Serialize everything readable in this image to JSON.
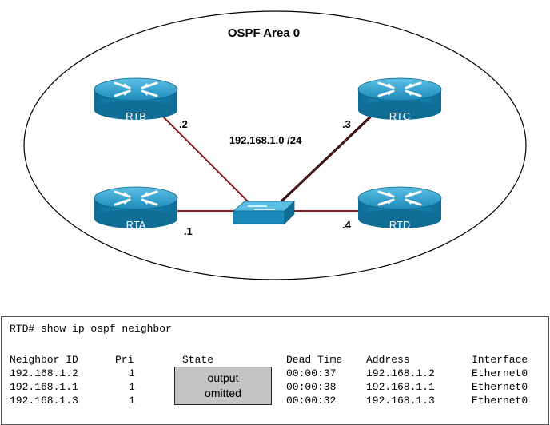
{
  "diagram": {
    "area_label": "OSPF Area 0",
    "network_label": "192.168.1.0 /24",
    "routers": [
      {
        "name": "RTB",
        "addr": ".2"
      },
      {
        "name": "RTC",
        "addr": ".3"
      },
      {
        "name": "RTA",
        "addr": ".1"
      },
      {
        "name": "RTD",
        "addr": ".4"
      }
    ],
    "colors": {
      "link": "#8b1a1a",
      "router": "#1a8ab8",
      "switch": "#2a9fcc"
    }
  },
  "terminal": {
    "command": "RTD# show ip ospf neighbor",
    "headers": [
      "Neighbor ID",
      "Pri",
      "State",
      "Dead Time",
      "Address",
      "Interface"
    ],
    "rows": [
      {
        "neighbor_id": "192.168.1.2",
        "pri": "1",
        "dead_time": "00:00:37",
        "address": "192.168.1.2",
        "interface": "Ethernet0"
      },
      {
        "neighbor_id": "192.168.1.1",
        "pri": "1",
        "dead_time": "00:00:38",
        "address": "192.168.1.1",
        "interface": "Ethernet0"
      },
      {
        "neighbor_id": "192.168.1.3",
        "pri": "1",
        "dead_time": "00:00:32",
        "address": "192.168.1.3",
        "interface": "Ethernet0"
      }
    ],
    "state_placeholder": [
      "output",
      "omitted"
    ]
  }
}
